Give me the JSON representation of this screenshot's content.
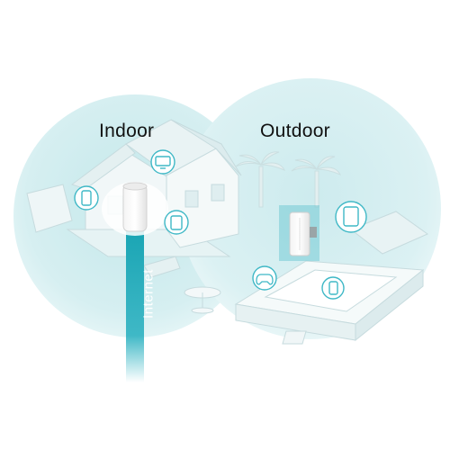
{
  "labels": {
    "indoor": "Indoor",
    "outdoor": "Outdoor",
    "internet": "Internet"
  },
  "colors": {
    "coverage": "#d8f0f2",
    "coverage_dark": "#c3e7ea",
    "accent": "#3fb8c6",
    "accent_dark": "#18a4b3",
    "building": "#eef4f5",
    "outline": "#c6dbde"
  },
  "icons": {
    "indoor_device": "indoor-mesh-unit-icon",
    "outdoor_device": "outdoor-access-point-icon",
    "devices": [
      "tv-icon",
      "phone-icon",
      "tablet-icon",
      "gamepad-icon"
    ]
  }
}
